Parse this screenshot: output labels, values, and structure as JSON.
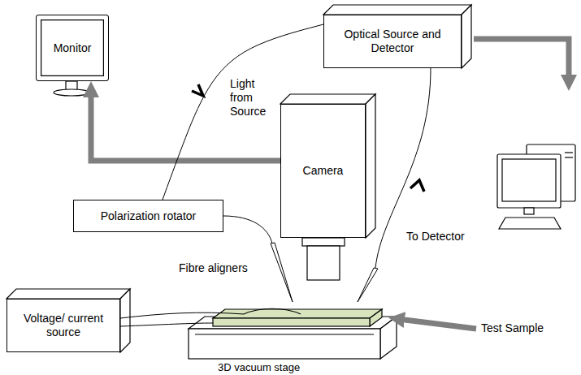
{
  "diagram": {
    "nodes": [
      {
        "text": [
          "Monitor"
        ]
      },
      {
        "text": [
          "Optical Source and Detector"
        ]
      },
      {
        "text": [
          "Camera"
        ]
      },
      {
        "text": [
          "Polarization rotator"
        ]
      },
      {
        "text": [
          "Voltage/ current source"
        ]
      }
    ],
    "edges": [
      {
        "from": 2,
        "to": 0,
        "arrow": "to"
      },
      {
        "from": 1,
        "to": 3,
        "arrow": "none"
      }
    ],
    "labels": [
      "Light from Source",
      "To Detector",
      "Fibre aligners",
      "Test Sample",
      "3D vacuum stage"
    ]
  }
}
